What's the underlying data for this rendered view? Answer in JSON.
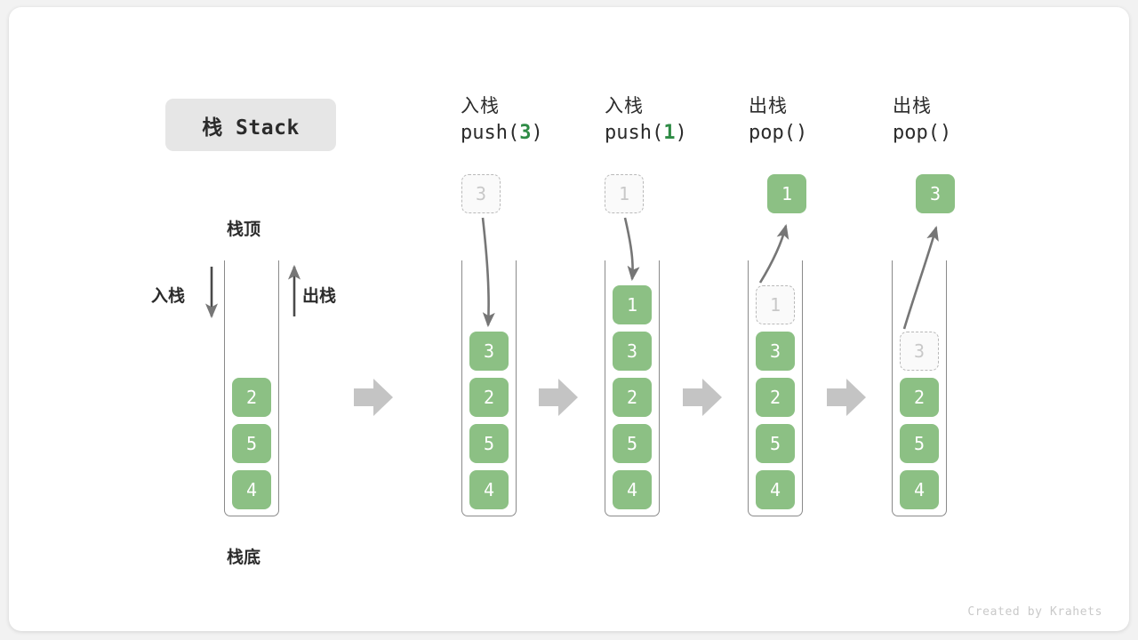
{
  "title": "栈 Stack",
  "labels": {
    "top": "栈顶",
    "bottom": "栈底",
    "push_side": "入栈",
    "pop_side": "出栈"
  },
  "footer": "Created by Krahets",
  "colors": {
    "element_green": "#8cc084",
    "code_number_green": "#2e8b45",
    "ghost_border": "#b9b9b9",
    "ghost_text": "#c8c8c8",
    "arrow_gray": "#767676",
    "block_arrow_gray": "#c4c4c4",
    "pill_gray": "#e6e6e6",
    "text_dark": "#2b2b2b"
  },
  "stages": [
    {
      "id": "initial",
      "head_cn": "",
      "head_code_prefix": "",
      "head_code_num": "",
      "head_code_suffix": "",
      "stack": [
        "2",
        "5",
        "4"
      ],
      "floating": null,
      "ghost_in_stack": null
    },
    {
      "id": "push-3",
      "head_cn": "入栈",
      "head_code_prefix": "push(",
      "head_code_num": "3",
      "head_code_suffix": ")",
      "stack": [
        "3",
        "2",
        "5",
        "4"
      ],
      "floating": {
        "value": "3",
        "style": "ghost"
      },
      "ghost_in_stack": null
    },
    {
      "id": "push-1",
      "head_cn": "入栈",
      "head_code_prefix": "push(",
      "head_code_num": "1",
      "head_code_suffix": ")",
      "stack": [
        "1",
        "3",
        "2",
        "5",
        "4"
      ],
      "floating": {
        "value": "1",
        "style": "ghost"
      },
      "ghost_in_stack": null
    },
    {
      "id": "pop-1",
      "head_cn": "出栈",
      "head_code_prefix": "pop(",
      "head_code_num": "",
      "head_code_suffix": ")",
      "stack": [
        "3",
        "2",
        "5",
        "4"
      ],
      "floating": {
        "value": "1",
        "style": "solid"
      },
      "ghost_in_stack": {
        "value": "1",
        "slot": 0
      }
    },
    {
      "id": "pop-3",
      "head_cn": "出栈",
      "head_code_prefix": "pop(",
      "head_code_num": "",
      "head_code_suffix": ")",
      "stack": [
        "2",
        "5",
        "4"
      ],
      "floating": {
        "value": "3",
        "style": "solid"
      },
      "ghost_in_stack": {
        "value": "3",
        "slot": 0
      }
    }
  ]
}
